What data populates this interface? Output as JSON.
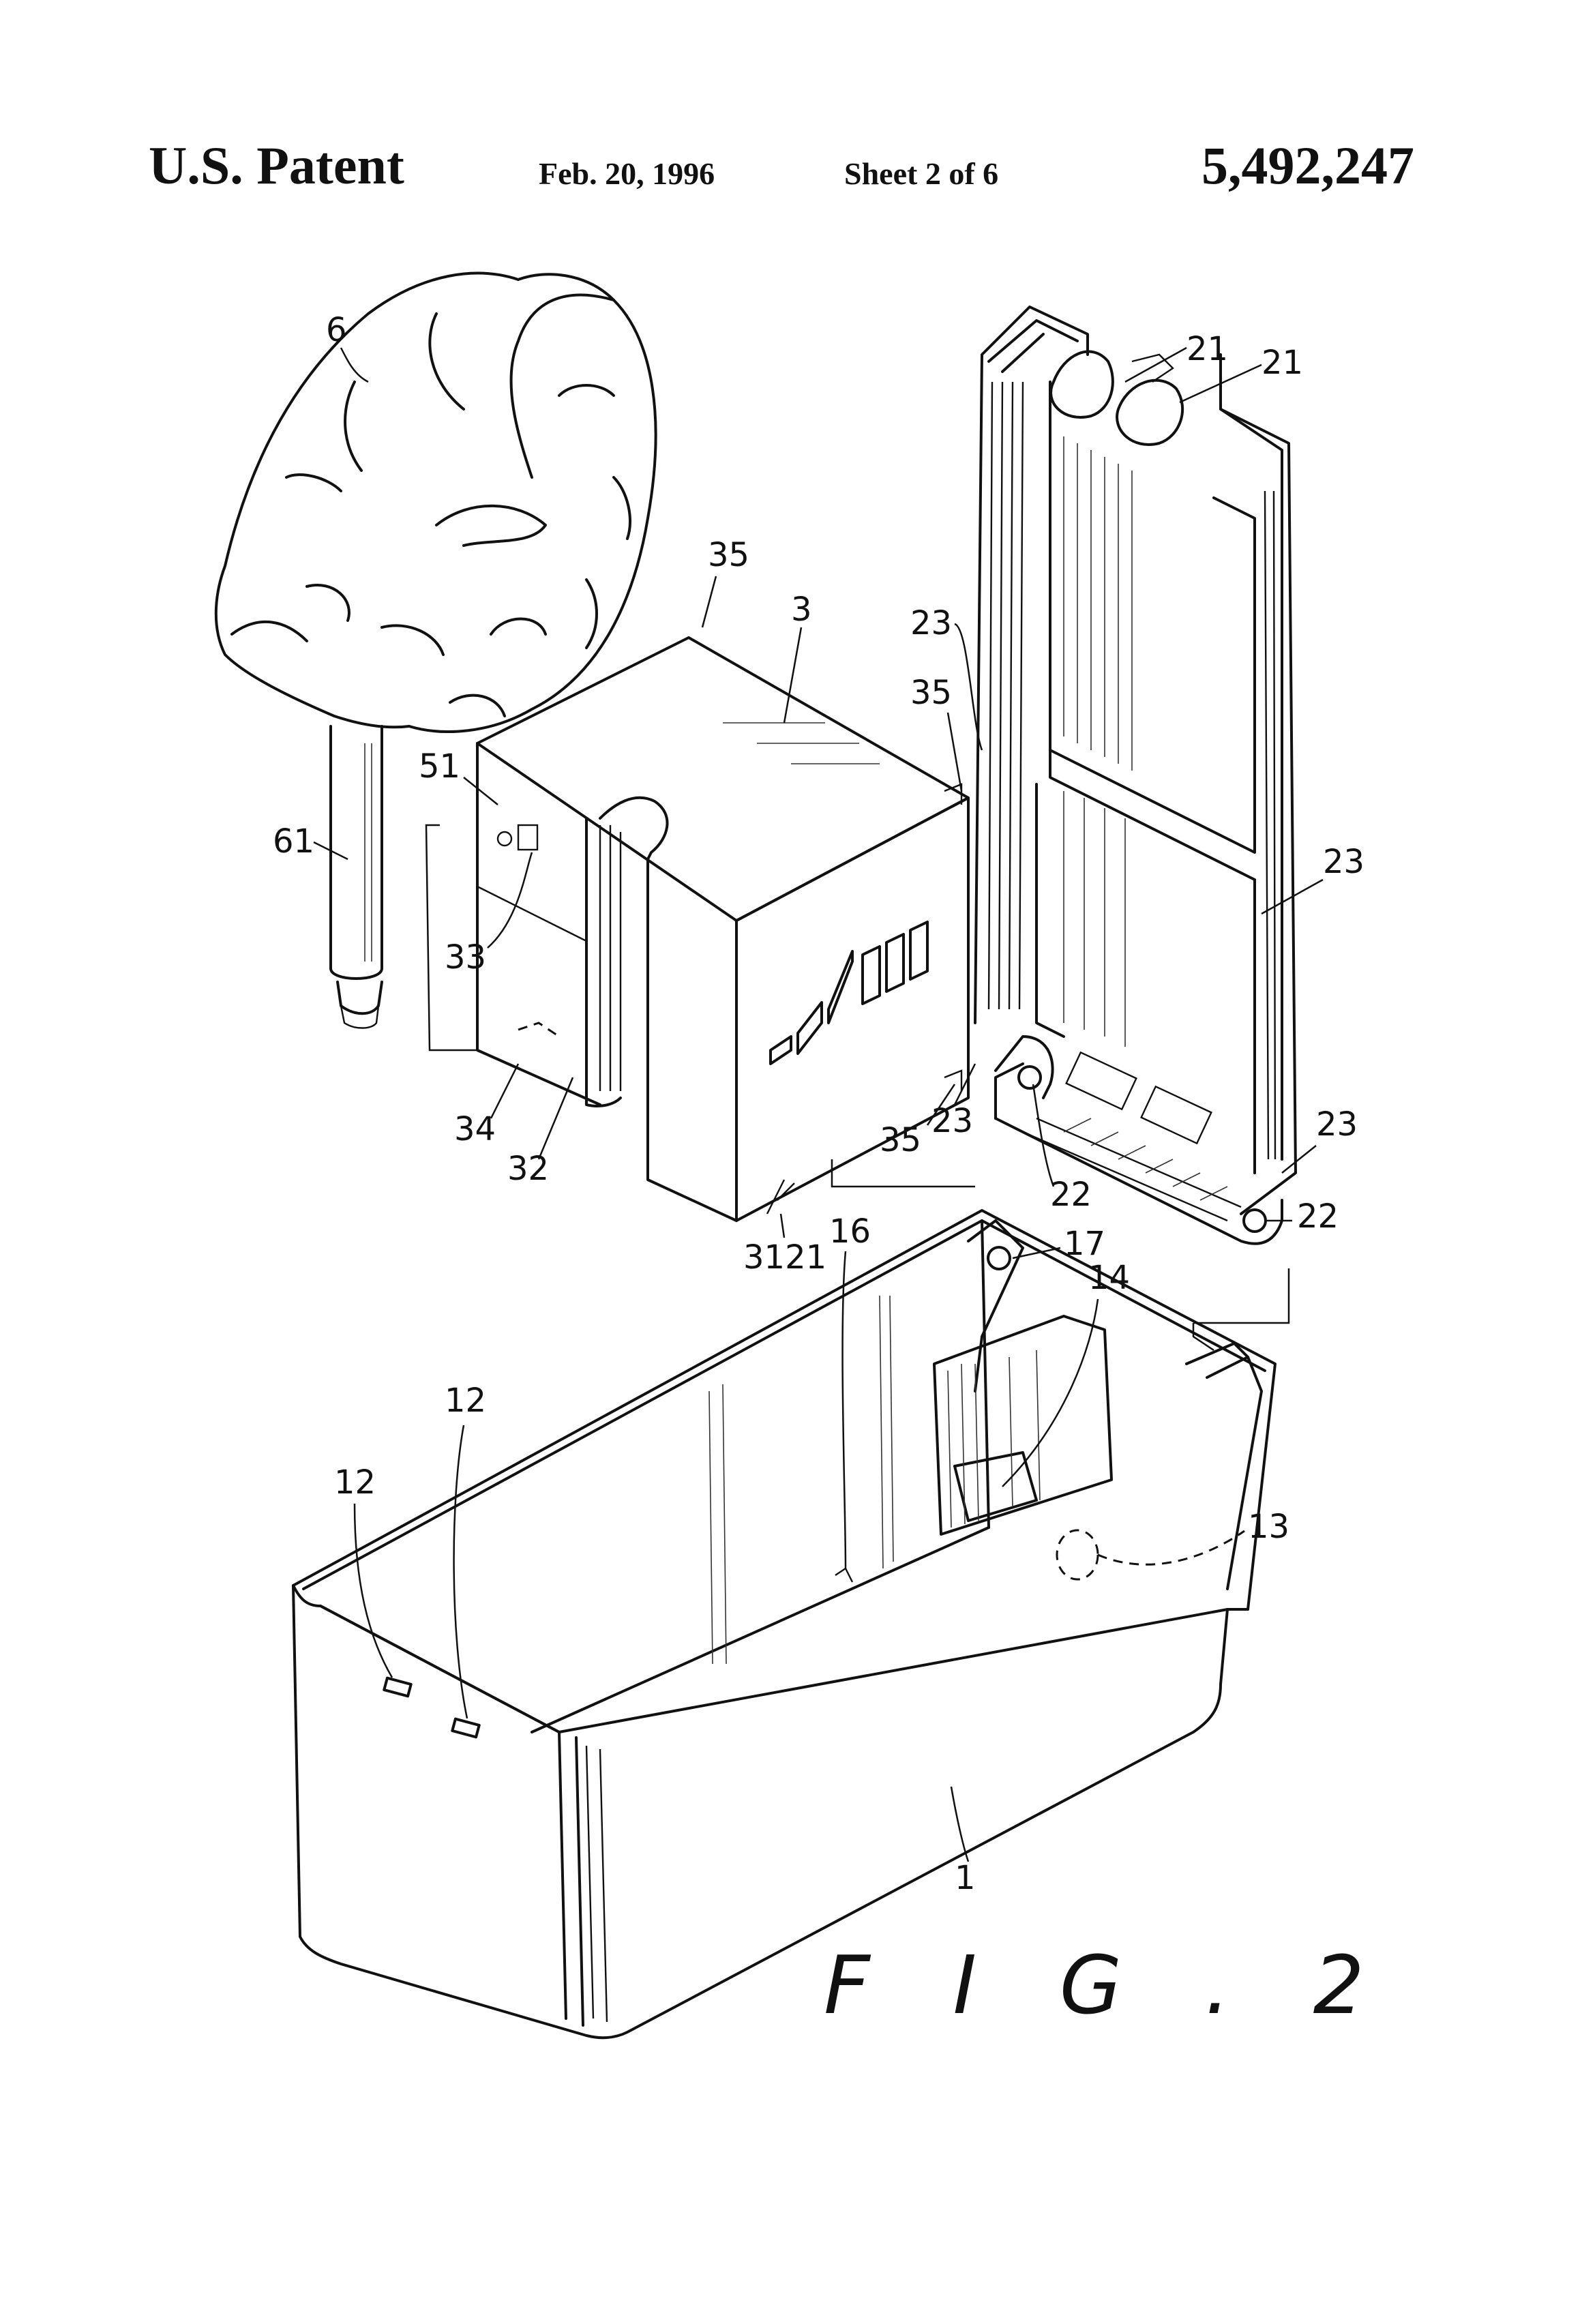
{
  "header": {
    "title": "U.S. Patent",
    "date": "Feb. 20, 1996",
    "sheet": "Sheet 2 of 6",
    "patent_number": "5,492,247"
  },
  "figure": {
    "caption": "F I G . 2",
    "refs": {
      "r6": "6",
      "r61": "61",
      "r51": "51",
      "r33": "33",
      "r34": "34",
      "r32": "32",
      "r35a": "35",
      "r3": "3",
      "r35b": "35",
      "r23a": "23",
      "r35c": "35",
      "r23b": "23",
      "r3121": "3121",
      "r21a": "21",
      "r21b": "21",
      "r23c": "23",
      "r23d": "23",
      "r22a": "22",
      "r22b": "22",
      "r16": "16",
      "r17": "17",
      "r14": "14",
      "r12a": "12",
      "r12b": "12",
      "r13": "13",
      "r1": "1"
    }
  }
}
